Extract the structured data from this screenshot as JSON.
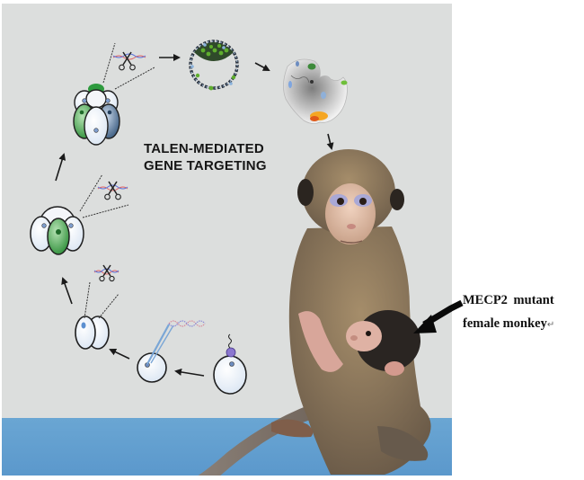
{
  "figure": {
    "title_lines": [
      "TALEN-MEDIATED",
      "GENE TARGETING"
    ],
    "annotation": {
      "line1": "MECP2  mutant",
      "line2": "female monkey",
      "return_mark": "↵"
    },
    "stages": [
      {
        "name": "fertilized-oocyte",
        "icon": "oocyte-with-sperm"
      },
      {
        "name": "talen-injection",
        "icon": "oocyte-with-injection-needle"
      },
      {
        "name": "two-cell-embryo",
        "icon": "two-cell-embryo"
      },
      {
        "name": "four-cell-embryo",
        "icon": "four-cell-embryo"
      },
      {
        "name": "eight-cell-embryo",
        "icon": "eight-cell-embryo"
      },
      {
        "name": "blastocyst",
        "icon": "blastocyst"
      },
      {
        "name": "fetus",
        "icon": "fetus"
      },
      {
        "name": "offspring",
        "icon": "mother-and-infant-monkey"
      }
    ],
    "colors": {
      "background": "#dcdedd",
      "floor": "#62a0d0",
      "green_cell": "#2e9a3e",
      "blue_cell": "#4a6e92",
      "light_cell": "#e6eef8",
      "dna_red": "#e06060",
      "dna_blue": "#5a6fd6"
    }
  }
}
